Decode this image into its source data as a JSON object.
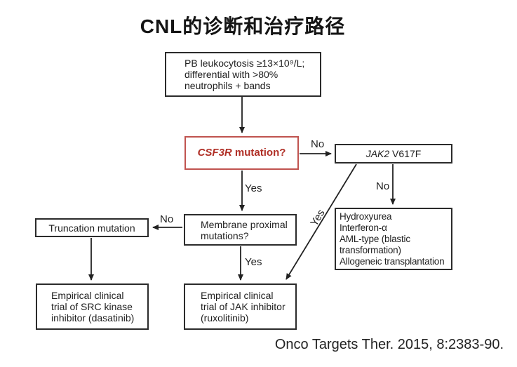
{
  "title": "CNL的诊断和治疗路径",
  "citation": "Onco Targets Ther. 2015, 8:2383-90.",
  "colors": {
    "accent_red_text": "#b02f26",
    "accent_red_border": "#c0534f",
    "line_color": "#222222",
    "box_border": "#2b2b2b"
  },
  "boxes": {
    "criteria": {
      "lines": [
        "PB leukocytosis ≥13×10⁹/L;",
        "differential with >80%",
        "neutrophils + bands"
      ]
    },
    "csf3r": {
      "gene": "CSF3R",
      "rest": " mutation?"
    },
    "jak2": {
      "gene": "JAK2",
      "rest": " V617F"
    },
    "membrane": {
      "lines": [
        "Membrane proximal",
        "mutations?"
      ]
    },
    "truncation": {
      "label": "Truncation mutation"
    },
    "src_trial": {
      "lines": [
        "Empirical clinical",
        "trial of SRC kinase",
        "inhibitor (dasatinib)"
      ]
    },
    "jak_trial": {
      "lines": [
        "Empirical clinical",
        "trial of JAK inhibitor",
        "(ruxolitinib)"
      ]
    },
    "treatment": {
      "lines": [
        "Hydroxyurea",
        "Interferon-α",
        "AML-type (blastic",
        "transformation)",
        "Allogeneic transplantation"
      ]
    }
  },
  "labels": {
    "yes_csf3r": "Yes",
    "yes_membrane": "Yes",
    "yes_jak2": "Yes",
    "no_csf3r": "No",
    "no_jak2": "No",
    "no_membrane": "No"
  }
}
